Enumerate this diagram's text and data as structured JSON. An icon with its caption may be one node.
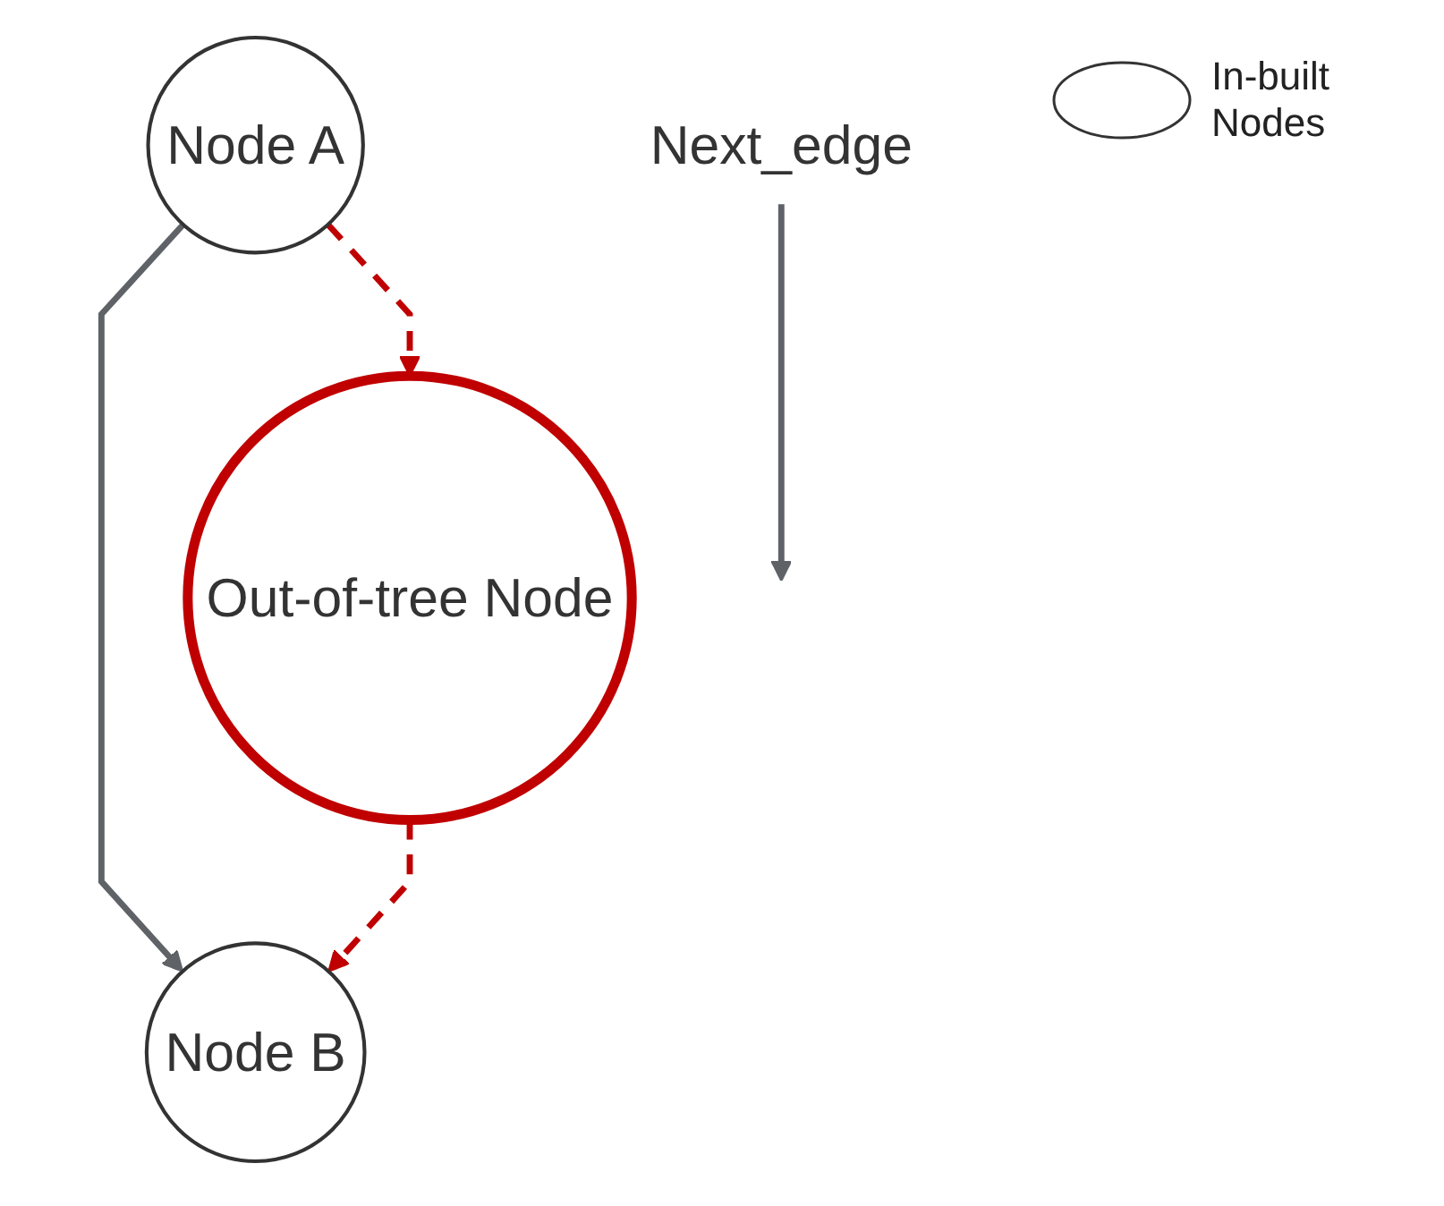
{
  "diagram": {
    "nodes": [
      {
        "text": [
          "Node A"
        ]
      },
      {
        "text": [
          "Out-of-tree Node"
        ]
      },
      {
        "text": [
          "Node B"
        ]
      },
      {
        "text": [
          "Next_edge"
        ]
      }
    ],
    "edges": [
      {
        "from": 0,
        "to": 2,
        "arrow": "to"
      },
      {
        "from": 0,
        "to": 1,
        "arrow": "to",
        "style": "dashed",
        "color": "#c00000"
      },
      {
        "from": 1,
        "to": 2,
        "arrow": "to",
        "style": "dashed",
        "color": "#c00000"
      },
      {
        "from": 3,
        "to": null,
        "arrow": "to"
      }
    ],
    "legend": [
      {
        "text": "In-built Nodes"
      }
    ]
  }
}
